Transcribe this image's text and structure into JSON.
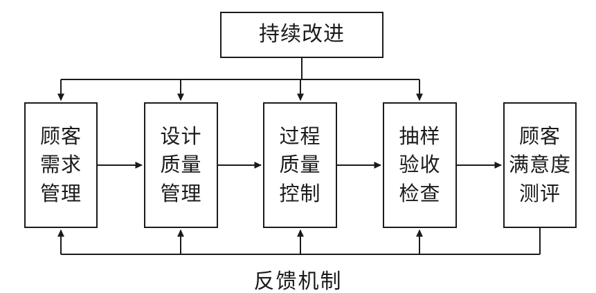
{
  "diagram": {
    "top_box": "持续改进",
    "boxes": [
      {
        "label": "顾客\n需求\n管理"
      },
      {
        "label": "设计\n质量\n管理"
      },
      {
        "label": "过程\n质量\n控制"
      },
      {
        "label": "抽样\n验收\n检查"
      },
      {
        "label": "顾客\n满意度\n测评"
      }
    ],
    "feedback_label": "反馈机制"
  }
}
